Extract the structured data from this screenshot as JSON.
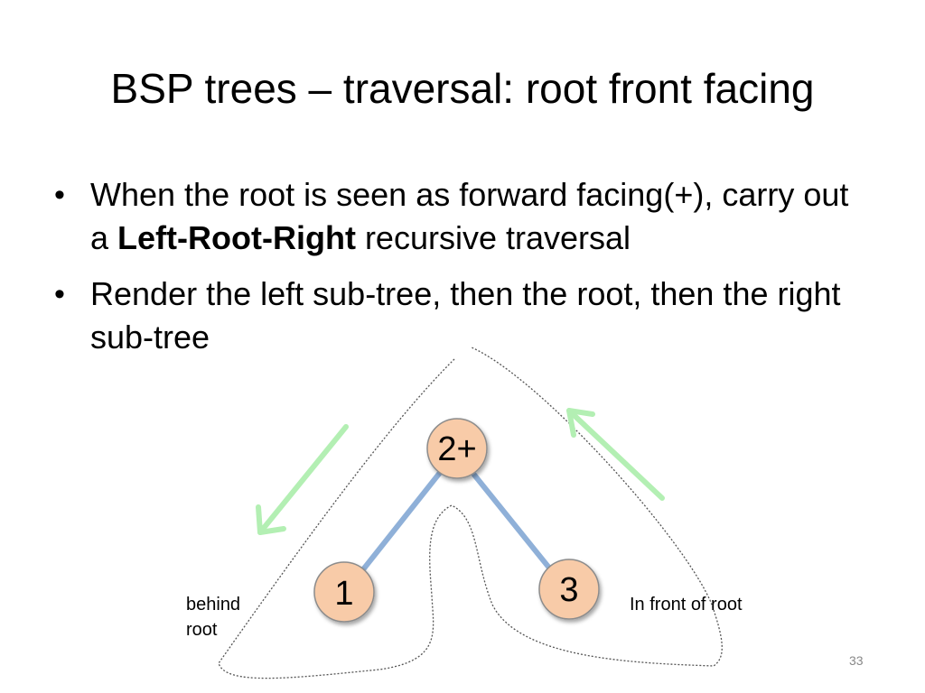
{
  "slide": {
    "title": "BSP trees – traversal: root front facing",
    "bullets": [
      {
        "pre": "When the root is seen as forward facing(+), carry out a ",
        "bold": "Left-Root-Right",
        "post": " recursive traversal"
      },
      {
        "text": "Render the left sub-tree, then the root, then the right sub-tree"
      }
    ],
    "number": "33"
  },
  "diagram": {
    "nodes": [
      {
        "id": "root",
        "label": "2+"
      },
      {
        "id": "left",
        "label": "1"
      },
      {
        "id": "right",
        "label": "3"
      }
    ],
    "labels": {
      "behind": "behind root",
      "front": "In front of root"
    },
    "colors": {
      "node_fill": "#f8cba8",
      "node_stroke": "#8c8c8c",
      "edge": "#8fb0d8",
      "arrow": "#b3efb3",
      "outline": "#555555"
    }
  }
}
